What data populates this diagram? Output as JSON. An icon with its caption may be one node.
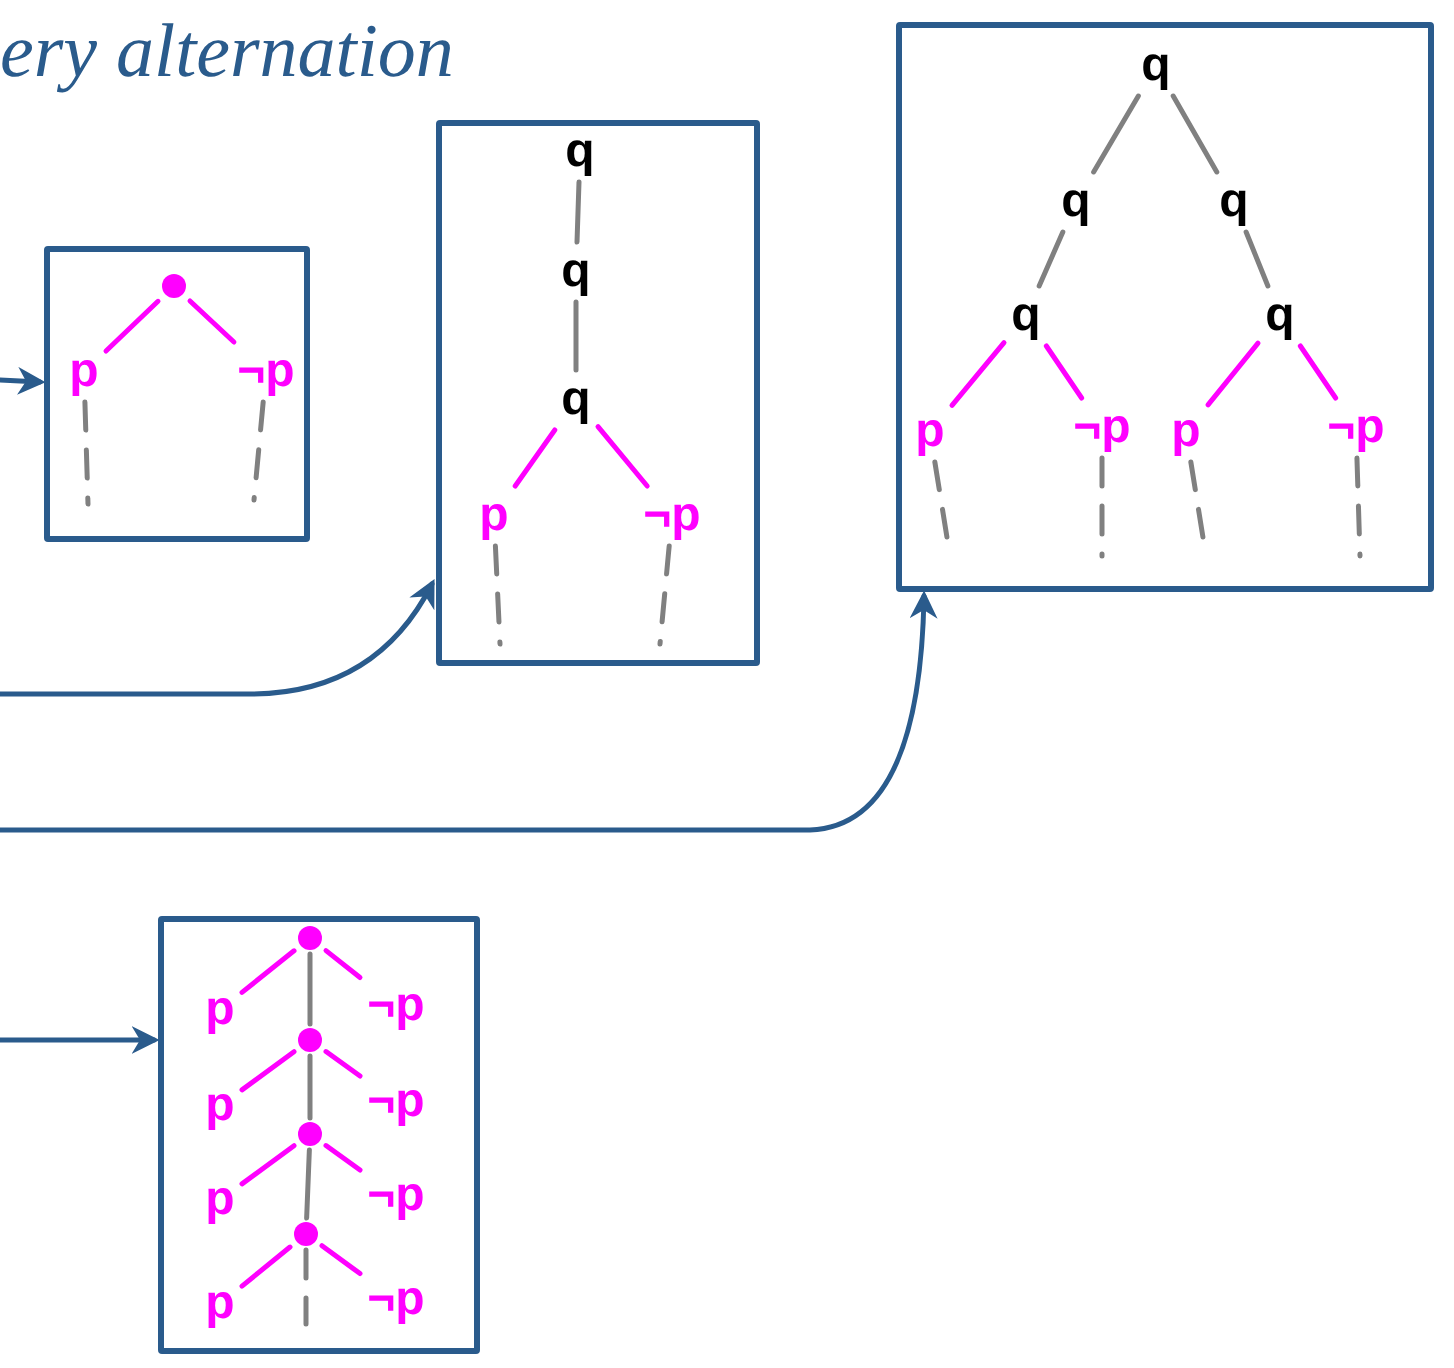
{
  "diagram": {
    "title": "ery alternation",
    "nodes": [
      {
        "text": [],
        "shape": "box"
      },
      {
        "text": [],
        "shape": "circle",
        "in": 0
      },
      {
        "text": [
          "p"
        ],
        "in": 0
      },
      {
        "text": [
          "¬p"
        ],
        "in": 0
      },
      {
        "text": [],
        "shape": "box"
      },
      {
        "text": [
          "q"
        ],
        "in": 4
      },
      {
        "text": [
          "q"
        ],
        "in": 4
      },
      {
        "text": [
          "q"
        ],
        "in": 4
      },
      {
        "text": [
          "p"
        ],
        "in": 4
      },
      {
        "text": [
          "¬p"
        ],
        "in": 4
      },
      {
        "text": [],
        "shape": "box"
      },
      {
        "text": [
          "q"
        ],
        "in": 10
      },
      {
        "text": [
          "q"
        ],
        "in": 10
      },
      {
        "text": [
          "q"
        ],
        "in": 10
      },
      {
        "text": [
          "q"
        ],
        "in": 10
      },
      {
        "text": [
          "q"
        ],
        "in": 10
      },
      {
        "text": [
          "p"
        ],
        "in": 10
      },
      {
        "text": [
          "¬p"
        ],
        "in": 10
      },
      {
        "text": [
          "p"
        ],
        "in": 10
      },
      {
        "text": [
          "¬p"
        ],
        "in": 10
      },
      {
        "text": [],
        "shape": "box"
      },
      {
        "text": [],
        "shape": "circle",
        "in": 20
      },
      {
        "text": [
          "p"
        ],
        "in": 20
      },
      {
        "text": [
          "¬p"
        ],
        "in": 20
      },
      {
        "text": [],
        "shape": "circle",
        "in": 20
      },
      {
        "text": [
          "p"
        ],
        "in": 20
      },
      {
        "text": [
          "¬p"
        ],
        "in": 20
      },
      {
        "text": [],
        "shape": "circle",
        "in": 20
      },
      {
        "text": [
          "p"
        ],
        "in": 20
      },
      {
        "text": [
          "¬p"
        ],
        "in": 20
      },
      {
        "text": [],
        "shape": "circle",
        "in": 20
      },
      {
        "text": [
          "p"
        ],
        "in": 20
      },
      {
        "text": [
          "¬p"
        ],
        "in": 20
      }
    ],
    "edges": [
      {
        "from": 1,
        "to": 2,
        "arrow": "none",
        "color": "#ff00ff"
      },
      {
        "from": 1,
        "to": 3,
        "arrow": "none",
        "color": "#ff00ff"
      },
      {
        "from": 2,
        "to": null,
        "arrow": "none",
        "style": "dashed"
      },
      {
        "from": 3,
        "to": null,
        "arrow": "none",
        "style": "dashed"
      },
      {
        "from": 5,
        "to": 6,
        "arrow": "none"
      },
      {
        "from": 6,
        "to": 7,
        "arrow": "none"
      },
      {
        "from": 7,
        "to": 8,
        "arrow": "none",
        "color": "#ff00ff"
      },
      {
        "from": 7,
        "to": 9,
        "arrow": "none",
        "color": "#ff00ff"
      },
      {
        "from": 8,
        "to": null,
        "arrow": "none",
        "style": "dashed"
      },
      {
        "from": 9,
        "to": null,
        "arrow": "none",
        "style": "dashed"
      },
      {
        "from": 11,
        "to": 12,
        "arrow": "none"
      },
      {
        "from": 11,
        "to": 13,
        "arrow": "none"
      },
      {
        "from": 12,
        "to": 14,
        "arrow": "none"
      },
      {
        "from": 13,
        "to": 15,
        "arrow": "none"
      },
      {
        "from": 14,
        "to": 16,
        "arrow": "none",
        "color": "#ff00ff"
      },
      {
        "from": 14,
        "to": 17,
        "arrow": "none",
        "color": "#ff00ff"
      },
      {
        "from": 15,
        "to": 18,
        "arrow": "none",
        "color": "#ff00ff"
      },
      {
        "from": 15,
        "to": 19,
        "arrow": "none",
        "color": "#ff00ff"
      },
      {
        "from": 16,
        "to": null,
        "arrow": "none",
        "style": "dashed"
      },
      {
        "from": 17,
        "to": null,
        "arrow": "none",
        "style": "dashed"
      },
      {
        "from": 18,
        "to": null,
        "arrow": "none",
        "style": "dashed"
      },
      {
        "from": 19,
        "to": null,
        "arrow": "none",
        "style": "dashed"
      },
      {
        "from": 21,
        "to": 22,
        "arrow": "none",
        "color": "#ff00ff"
      },
      {
        "from": 21,
        "to": 23,
        "arrow": "none",
        "color": "#ff00ff"
      },
      {
        "from": 21,
        "to": 24,
        "arrow": "none"
      },
      {
        "from": 24,
        "to": 25,
        "arrow": "none",
        "color": "#ff00ff"
      },
      {
        "from": 24,
        "to": 26,
        "arrow": "none",
        "color": "#ff00ff"
      },
      {
        "from": 24,
        "to": 27,
        "arrow": "none"
      },
      {
        "from": 27,
        "to": 28,
        "arrow": "none",
        "color": "#ff00ff"
      },
      {
        "from": 27,
        "to": 29,
        "arrow": "none",
        "color": "#ff00ff"
      },
      {
        "from": 27,
        "to": 30,
        "arrow": "none"
      },
      {
        "from": 30,
        "to": 31,
        "arrow": "none",
        "color": "#ff00ff"
      },
      {
        "from": 30,
        "to": 32,
        "arrow": "none",
        "color": "#ff00ff"
      },
      {
        "from": 30,
        "to": null,
        "arrow": "none",
        "style": "dashed"
      },
      {
        "from": null,
        "to": 0,
        "arrow": "to",
        "color": "#2a5b8c"
      },
      {
        "from": null,
        "to": 4,
        "arrow": "to",
        "color": "#2a5b8c"
      },
      {
        "from": null,
        "to": 10,
        "arrow": "to",
        "color": "#2a5b8c"
      },
      {
        "from": null,
        "to": 20,
        "arrow": "to",
        "color": "#2a5b8c"
      }
    ]
  }
}
